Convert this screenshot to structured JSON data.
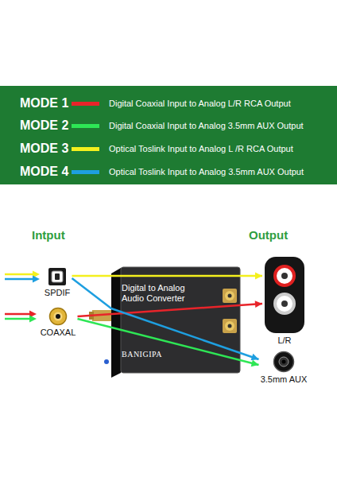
{
  "diagram": {
    "nodes": [
      {
        "text": [
          "SPDIF"
        ]
      },
      {
        "text": [
          "COAXAL"
        ]
      },
      {
        "text": [
          "Digital to Analog Audio Converter",
          "BANIGIPA"
        ]
      },
      {
        "text": [
          "L/R"
        ]
      },
      {
        "text": [
          "3.5mm AUX"
        ]
      }
    ],
    "edges": [
      {
        "from": 1,
        "to": 3,
        "arrow": "to"
      },
      {
        "from": 1,
        "to": 4,
        "arrow": "to"
      },
      {
        "from": 0,
        "to": 3,
        "arrow": "to"
      },
      {
        "from": 0,
        "to": 4,
        "arrow": "to"
      }
    ],
    "labels": [
      "MODE 1",
      "MODE 2",
      "MODE 3",
      "MODE 4",
      "Intput",
      "Output"
    ],
    "legend": [
      {
        "text": "Digital Coaxial Input to Analog L/R RCA Output",
        "color": "#e8242a"
      },
      {
        "text": "Digital Coaxial Input to Analog 3.5mm AUX Output",
        "color": "#2ee655"
      },
      {
        "text": "Optical Toslink Input to Analog L /R RCA Output",
        "color": "#f4f01e"
      },
      {
        "text": "Optical Toslink Input to Analog 3.5mm AUX Output",
        "color": "#1e9fe0"
      }
    ]
  }
}
